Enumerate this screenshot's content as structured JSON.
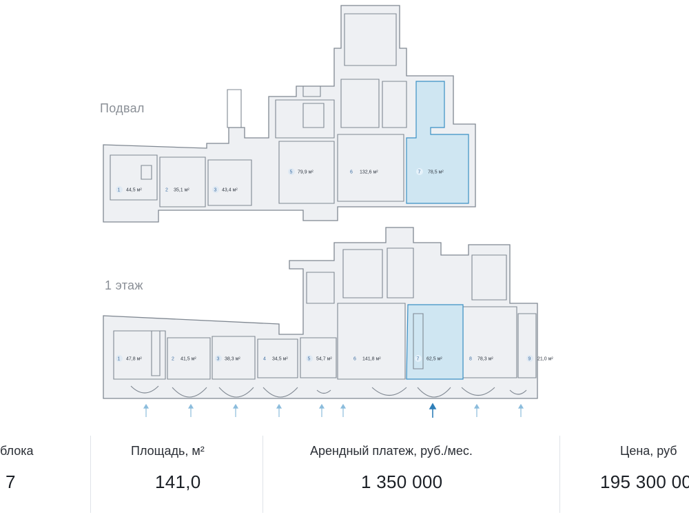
{
  "floors": {
    "basement": {
      "title": "Подвал",
      "rooms": [
        {
          "num": "1",
          "area": "44,5 м²"
        },
        {
          "num": "2",
          "area": "35,1 м²"
        },
        {
          "num": "3",
          "area": "43,4 м²"
        },
        {
          "num": "5",
          "area": "79,9 м²"
        },
        {
          "num": "6",
          "area": "132,6 м²"
        },
        {
          "num": "7",
          "area": "78,5 м²",
          "selected": true
        }
      ]
    },
    "first": {
      "title": "1 этаж",
      "rooms": [
        {
          "num": "1",
          "area": "47,8 м²"
        },
        {
          "num": "2",
          "area": "41,5 м²"
        },
        {
          "num": "3",
          "area": "38,3 м²"
        },
        {
          "num": "4",
          "area": "34,5 м²"
        },
        {
          "num": "5",
          "area": "54,7 м²"
        },
        {
          "num": "6",
          "area": "141,8 м²"
        },
        {
          "num": "7",
          "area": "62,5 м²",
          "selected": true
        },
        {
          "num": "8",
          "area": "78,3 м²"
        },
        {
          "num": "9",
          "area": "21,0 м²"
        }
      ]
    }
  },
  "colors": {
    "highlight": "#cfe6f2",
    "wall": "#7f8791",
    "accent": "#3a8fc4"
  },
  "stats": {
    "block": {
      "label": "блока",
      "value": "7"
    },
    "area": {
      "label": "Площадь, м²",
      "value": "141,0"
    },
    "rent": {
      "label": "Арендный платеж, руб./мес.",
      "value": "1 350 000"
    },
    "price": {
      "label": "Цена, руб",
      "value": "195 300 00"
    }
  }
}
